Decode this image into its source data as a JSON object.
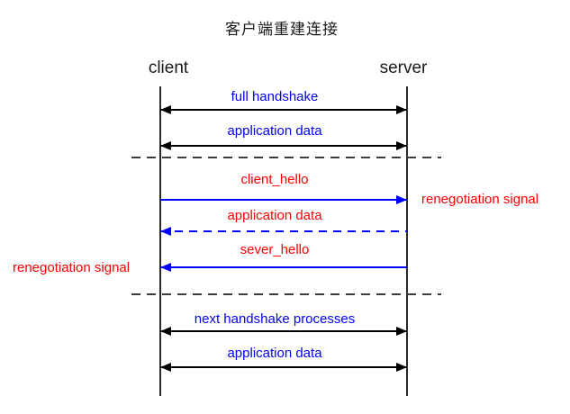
{
  "title": "客户端重建连接",
  "actors": {
    "client": "client",
    "server": "server"
  },
  "messages": [
    {
      "label": "full handshake",
      "label_color": "#0000ff",
      "line_color": "#000000",
      "line_style": "solid",
      "direction": "both"
    },
    {
      "label": "application data",
      "label_color": "#0000ff",
      "line_color": "#000000",
      "line_style": "solid",
      "direction": "both"
    },
    {
      "label": "client_hello",
      "label_color": "#ff0000",
      "line_color": "#0000ff",
      "line_style": "solid",
      "direction": "client-to-server"
    },
    {
      "label": "application data",
      "label_color": "#ff0000",
      "line_color": "#0000ff",
      "line_style": "dashed",
      "direction": "server-to-client"
    },
    {
      "label": "sever_hello",
      "label_color": "#ff0000",
      "line_color": "#0000ff",
      "line_style": "solid",
      "direction": "server-to-client"
    },
    {
      "label": "next handshake processes",
      "label_color": "#0000ff",
      "line_color": "#000000",
      "line_style": "solid",
      "direction": "both"
    },
    {
      "label": "application data",
      "label_color": "#0000ff",
      "line_color": "#000000",
      "line_style": "solid",
      "direction": "both"
    }
  ],
  "annotations": [
    {
      "label": "renegotiation signal",
      "side": "right",
      "color": "#ff0000"
    },
    {
      "label": "renegotiation signal",
      "side": "left",
      "color": "#ff0000"
    }
  ],
  "separators": {
    "count": 2,
    "style": "dashed",
    "color": "#3c3c3c"
  },
  "colors": {
    "background": "#ffffff",
    "text": "#1a1a1a",
    "blue": "#0000ff",
    "red": "#ff0000",
    "black": "#000000"
  }
}
